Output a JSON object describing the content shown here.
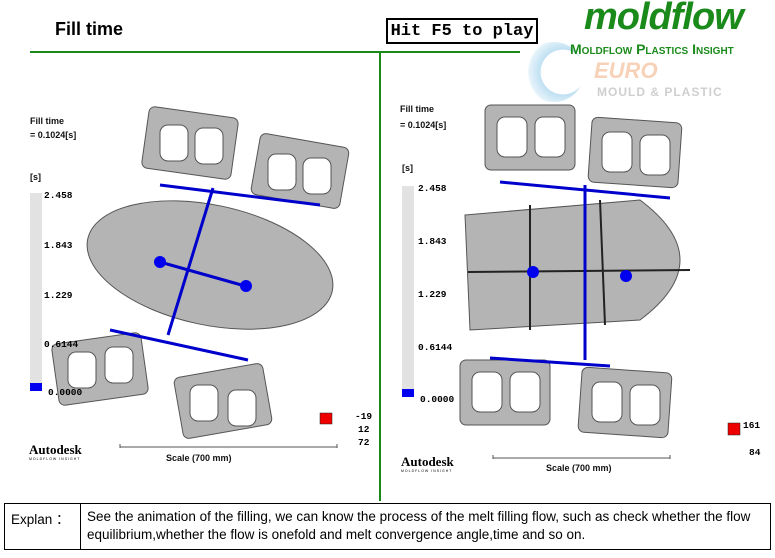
{
  "header": {
    "title": "Fill time",
    "play_hint": "Hit F5 to play"
  },
  "logo": {
    "brand": "moldflow",
    "tagline": "Moldflow Plastics Insight",
    "watermark": "EURO",
    "watermark_sub": "MOULD & PLASTIC"
  },
  "left": {
    "result_name": "Fill time",
    "result_value": "= 0.1024[s]",
    "unit": "[s]",
    "ticks": [
      "2.458",
      "1.843",
      "1.229",
      "0.6144",
      "0.0000"
    ],
    "fill_fraction": 0.04,
    "coords": [
      "-19",
      "12",
      "72"
    ],
    "scale": "Scale (700 mm)",
    "vendor": "Autodesk",
    "vendor_sub": "MOLDFLOW INSIGHT"
  },
  "right": {
    "result_name": "Fill time",
    "result_value": "= 0.1024[s]",
    "unit": "[s]",
    "ticks": [
      "2.458",
      "1.843",
      "1.229",
      "0.6144",
      "0.0000"
    ],
    "fill_fraction": 0.04,
    "coords": [
      "161",
      "84"
    ],
    "scale": "Scale (700 mm)",
    "vendor": "Autodesk",
    "vendor_sub": "MOLDFLOW INSIGHT"
  },
  "explain": {
    "label": "Explan ：",
    "text": "See the animation of the filling, we can know the process of the melt filling flow, such as check whether the flow equilibrium,whether the flow is onefold and melt convergence angle,time and so on."
  },
  "colors": {
    "accent": "#1a8a1a",
    "fill": "#0000ee",
    "part": "#b4b4b4"
  }
}
